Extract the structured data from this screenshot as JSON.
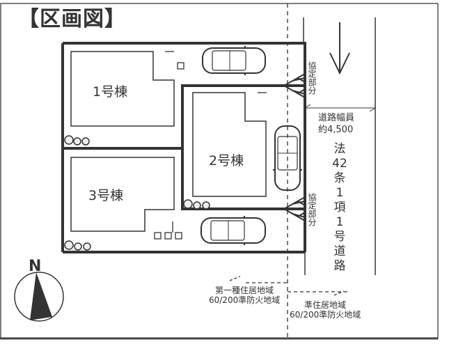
{
  "title": "【区画図】",
  "lots": [
    {
      "id": "1",
      "label": "1号棟"
    },
    {
      "id": "2",
      "label": "2号棟"
    },
    {
      "id": "3",
      "label": "3号棟"
    }
  ],
  "agreement_area": {
    "label": "協定部分",
    "chars": [
      "協",
      "定",
      "部",
      "分"
    ]
  },
  "road": {
    "width_label": "道路幅員",
    "width_value": "約4,500",
    "type_chars": [
      "法",
      "42",
      "条",
      "1",
      "項",
      "1",
      "号",
      "道",
      "路"
    ],
    "direction_icon": "arrow-down-icon"
  },
  "zones": [
    {
      "name": "第一種住居地域",
      "detail": "60/200準防火地域"
    },
    {
      "name": "準住居地域",
      "detail": "60/200準防火地域"
    }
  ],
  "compass": {
    "label": "N"
  },
  "colors": {
    "line": "#333333",
    "frame": "#555555",
    "background": "#ffffff"
  }
}
